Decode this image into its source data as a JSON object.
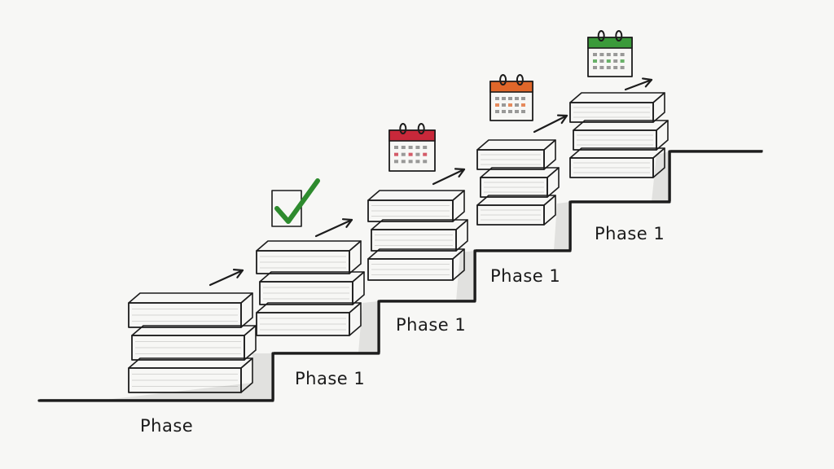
{
  "phases": [
    {
      "label": "Phase",
      "status": "none",
      "stack": 3
    },
    {
      "label": "Phase 1",
      "status": "check",
      "stack": 3
    },
    {
      "label": "Phase 1",
      "status": "calendar",
      "stack": 3
    },
    {
      "label": "Phase 1",
      "status": "calendar",
      "stack": 3
    },
    {
      "label": "Phase 1",
      "status": "calendar",
      "stack": 3
    }
  ],
  "icons": {
    "check": {
      "name": "checkmark-icon",
      "color": "#2e8b2e"
    },
    "calendars": [
      {
        "name": "calendar-icon",
        "color": "#c8283a"
      },
      {
        "name": "calendar-icon",
        "color": "#e0672a"
      },
      {
        "name": "calendar-icon",
        "color": "#3a9a3a"
      }
    ]
  },
  "arrow_icon": "arrow-right-icon",
  "colors": {
    "ink": "#1c1c1c",
    "book_fill": "#e4e4e2",
    "shadow": "#cfcfcc"
  }
}
